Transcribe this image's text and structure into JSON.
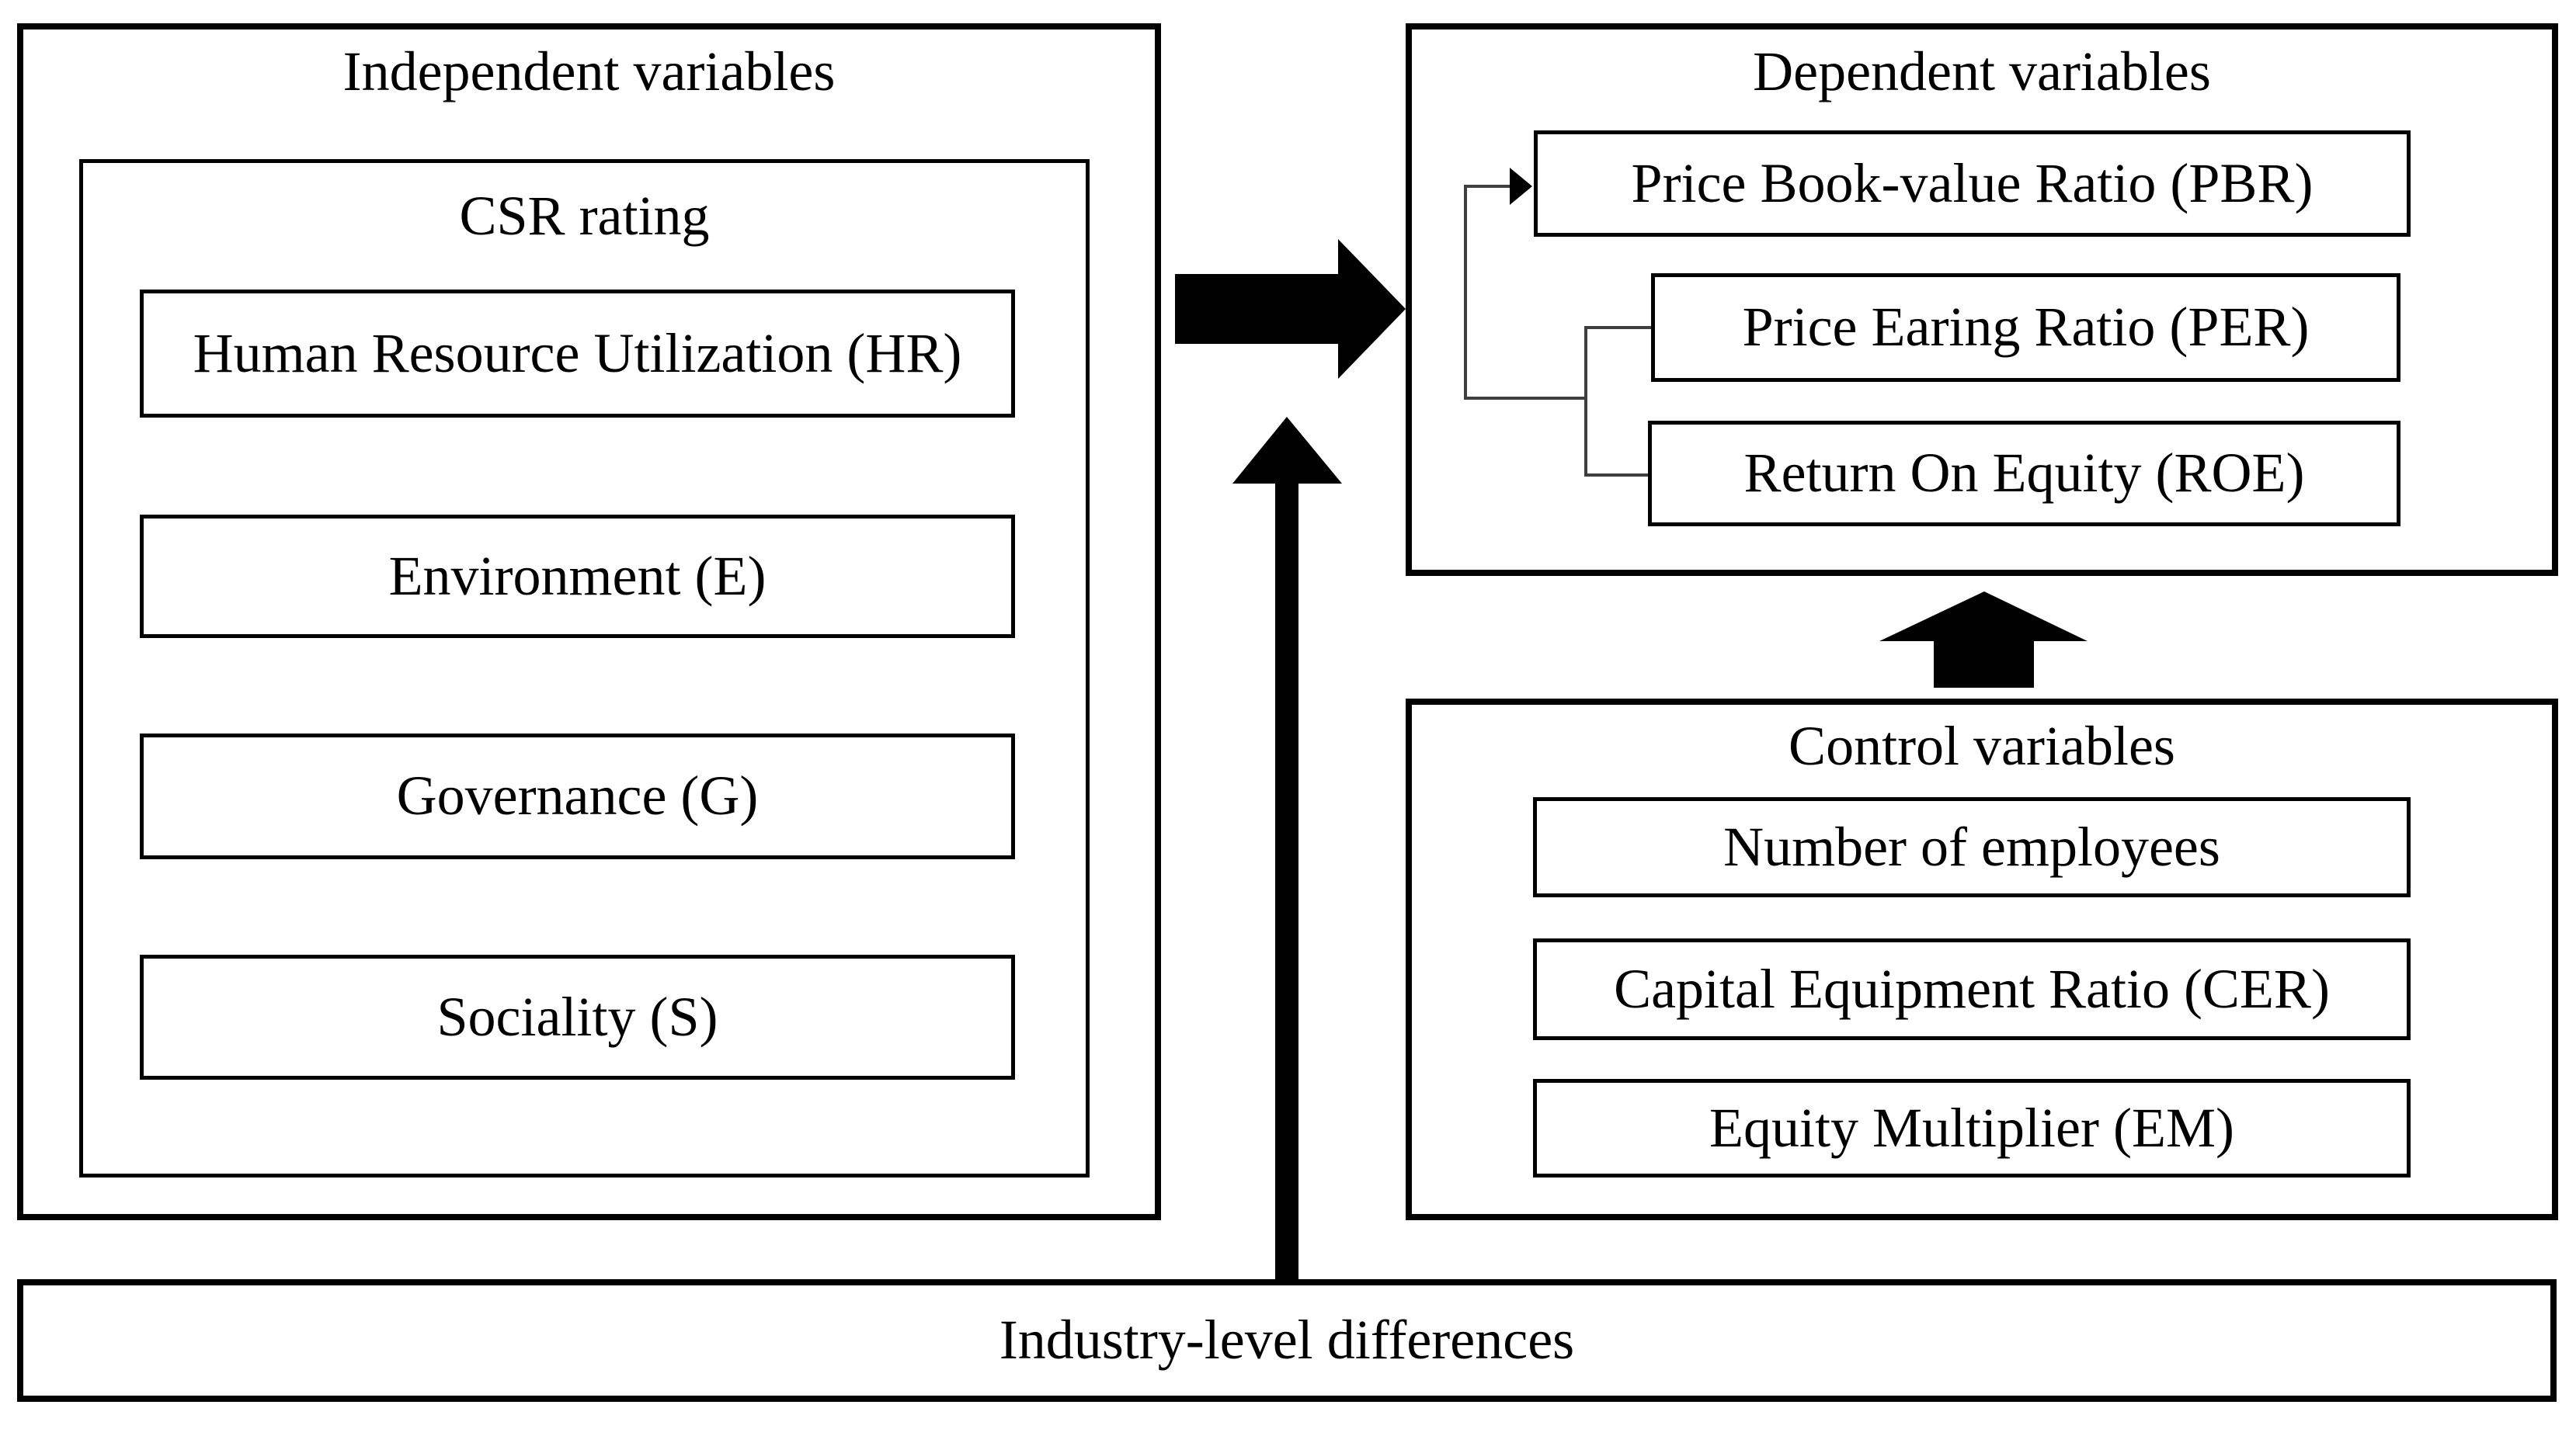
{
  "page": {
    "background": "#ffffff",
    "line_color": "#000000",
    "connector_color": "#3f3f3f"
  },
  "independent": {
    "title": "Independent variables",
    "csr": {
      "title": "CSR rating",
      "items": [
        {
          "label": "Human Resource Utilization (HR)"
        },
        {
          "label": "Environment (E)"
        },
        {
          "label": "Governance (G)"
        },
        {
          "label": "Sociality (S)"
        }
      ]
    }
  },
  "dependent": {
    "title": "Dependent variables",
    "items": [
      {
        "label": "Price Book-value Ratio (PBR)"
      },
      {
        "label": "Price Earing Ratio (PER)"
      },
      {
        "label": "Return On Equity (ROE)"
      }
    ]
  },
  "control": {
    "title": "Control variables",
    "items": [
      {
        "label": "Number of employees"
      },
      {
        "label": "Capital Equipment Ratio (CER)"
      },
      {
        "label": "Equity Multiplier (EM)"
      }
    ]
  },
  "industry": {
    "label": "Industry-level differences"
  },
  "icons": {
    "independent_to_dependent": "solid-right-arrow",
    "industry_to_relationship": "solid-up-arrow",
    "control_to_dependent": "solid-up-arrow",
    "connector_to_pbr": "thin-right-arrowhead"
  }
}
